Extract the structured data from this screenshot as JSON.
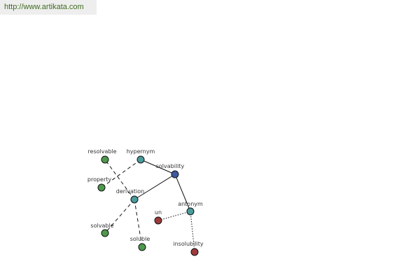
{
  "header": {
    "url": "http://www.artikata.com"
  },
  "graph": {
    "nodes": [
      {
        "id": "solvability",
        "label": "solvability",
        "color": "#3d5aa0"
      },
      {
        "id": "hypernym",
        "label": "hypernym",
        "color": "#4a9b9b"
      },
      {
        "id": "derivation",
        "label": "derivation",
        "color": "#4a9b9b"
      },
      {
        "id": "antonym",
        "label": "antonym",
        "color": "#4a9b9b"
      },
      {
        "id": "resolvable",
        "label": "resolvable",
        "color": "#4d9a4d"
      },
      {
        "id": "property",
        "label": "property",
        "color": "#4d9a4d"
      },
      {
        "id": "solvable",
        "label": "solvable",
        "color": "#4d9a4d"
      },
      {
        "id": "soluble",
        "label": "soluble",
        "color": "#4d9a4d"
      },
      {
        "id": "un",
        "label": "un",
        "color": "#9b3b3b"
      },
      {
        "id": "insolubility",
        "label": "insolubility",
        "color": "#9b3b3b"
      }
    ],
    "edges": [
      {
        "from": "solvability",
        "to": "hypernym",
        "style": "solid"
      },
      {
        "from": "solvability",
        "to": "derivation",
        "style": "solid"
      },
      {
        "from": "solvability",
        "to": "antonym",
        "style": "solid"
      },
      {
        "from": "hypernym",
        "to": "property",
        "style": "dashed"
      },
      {
        "from": "derivation",
        "to": "resolvable",
        "style": "dashed"
      },
      {
        "from": "derivation",
        "to": "solvable",
        "style": "dashed"
      },
      {
        "from": "derivation",
        "to": "soluble",
        "style": "dashed"
      },
      {
        "from": "antonym",
        "to": "un",
        "style": "dotted"
      },
      {
        "from": "antonym",
        "to": "insolubility",
        "style": "dotted"
      }
    ]
  }
}
